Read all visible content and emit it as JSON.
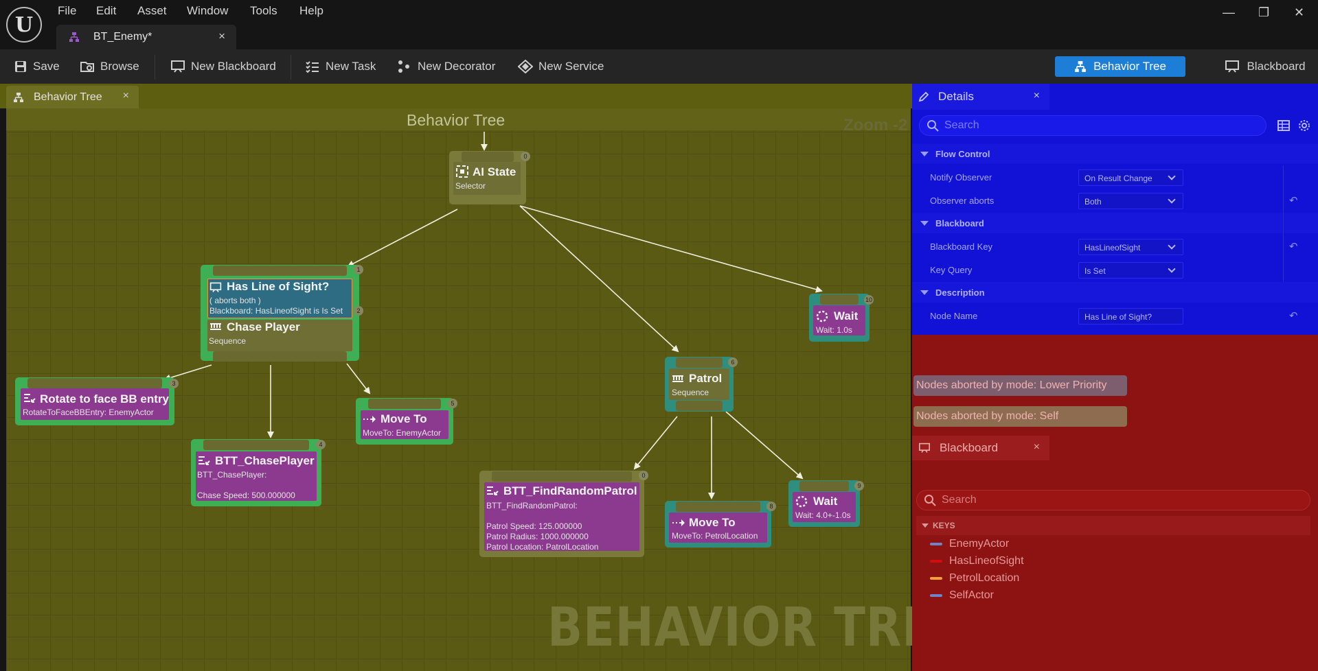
{
  "menu": {
    "file": "File",
    "edit": "Edit",
    "asset": "Asset",
    "window": "Window",
    "tools": "Tools",
    "help": "Help"
  },
  "window_controls": {
    "minimize": "—",
    "restore": "❐",
    "close": "✕"
  },
  "doc_tab": {
    "label": "BT_Enemy*",
    "close": "×"
  },
  "toolbar": {
    "save": "Save",
    "browse": "Browse",
    "new_blackboard": "New Blackboard",
    "new_task": "New Task",
    "new_decorator": "New Decorator",
    "new_service": "New Service",
    "mode_behavior_tree": "Behavior Tree",
    "mode_blackboard": "Blackboard"
  },
  "graph": {
    "tab_label": "Behavior Tree",
    "tab_close": "×",
    "title": "Behavior Tree",
    "zoom": "Zoom -2",
    "watermark": "BEHAVIOR TREE",
    "nodes": {
      "ai_state": {
        "title": "AI State",
        "sub": "Selector",
        "index": "0"
      },
      "has_los": {
        "title": "Has Line of Sight?",
        "sub1": "( aborts both )",
        "sub2": "Blackboard: HasLineofSight is Is Set",
        "index": "1",
        "dec_index": "2"
      },
      "chase_player": {
        "title": "Chase Player",
        "sub": "Sequence"
      },
      "rotate": {
        "title": "Rotate to face BB entry",
        "sub": "RotateToFaceBBEntry: EnemyActor",
        "index": "3"
      },
      "btt_chase": {
        "title": "BTT_ChasePlayer",
        "sub1": "BTT_ChasePlayer:",
        "sub2": "Chase Speed: 500.000000",
        "index": "4"
      },
      "move_to_enemy": {
        "title": "Move To",
        "sub": "MoveTo: EnemyActor",
        "index": "5"
      },
      "patrol": {
        "title": "Patrol",
        "sub": "Sequence",
        "index": "6"
      },
      "btt_find": {
        "title": "BTT_FindRandomPatrol",
        "sub1": "BTT_FindRandomPatrol:",
        "sub2": "Patrol Speed: 125.000000",
        "sub3": "Patrol Radius: 1000.000000",
        "sub4": "Patrol Location: PatrolLocation",
        "index": "0"
      },
      "move_to_patrol": {
        "title": "Move To",
        "sub": "MoveTo: PetrolLocation",
        "index": "8"
      },
      "wait_short": {
        "title": "Wait",
        "sub": "Wait: 4.0+-1.0s",
        "index": "9"
      },
      "wait_top": {
        "title": "Wait",
        "sub": "Wait: 1.0s",
        "index": "10"
      }
    }
  },
  "details": {
    "tab_label": "Details",
    "tab_close": "×",
    "search_placeholder": "Search",
    "flow_control": "Flow Control",
    "notify_observer_label": "Notify Observer",
    "notify_observer_value": "On Result Change",
    "observer_aborts_label": "Observer aborts",
    "observer_aborts_value": "Both",
    "blackboard_cat": "Blackboard",
    "bb_key_label": "Blackboard Key",
    "bb_key_value": "HasLineofSight",
    "key_query_label": "Key Query",
    "key_query_value": "Is Set",
    "description_cat": "Description",
    "node_name_label": "Node Name",
    "node_name_value": "Has Line of Sight?"
  },
  "aborts": {
    "lower_priority": "Nodes aborted by mode: Lower Priority",
    "self": "Nodes aborted by mode: Self"
  },
  "blackboard": {
    "tab_label": "Blackboard",
    "tab_close": "×",
    "search_placeholder": "Search",
    "keys_header": "KEYS",
    "keys": [
      {
        "name": "EnemyActor",
        "color": "#6f84c6"
      },
      {
        "name": "HasLineofSight",
        "color": "#d10d0d"
      },
      {
        "name": "PetrolLocation",
        "color": "#f0a13a"
      },
      {
        "name": "SelfActor",
        "color": "#6f84c6"
      }
    ]
  },
  "colors": {
    "accent": "#1c7ed6",
    "graph_bg": "#5a5a14",
    "details_bg": "#1212d6",
    "blackboard_bg": "#8d1313",
    "task_node": "#8c3a8f",
    "composite_node": "#6e6e35",
    "active_green": "#3faf55",
    "service_teal": "#2e8f7e"
  }
}
